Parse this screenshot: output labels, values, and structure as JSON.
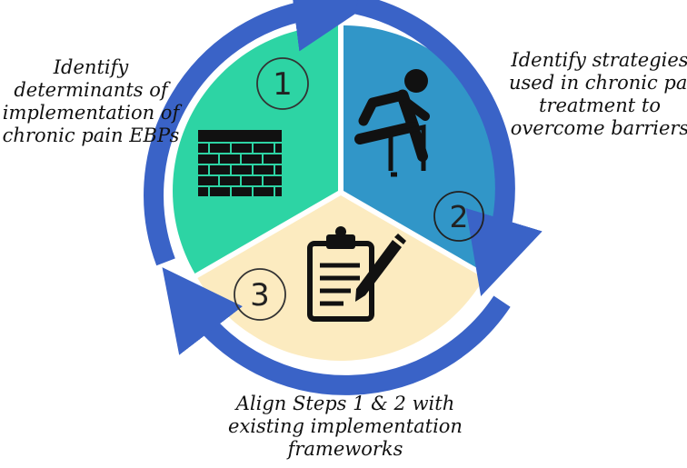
{
  "steps": [
    {
      "number": "1",
      "caption_lines": [
        "Identify",
        "determinants of",
        "implementation of",
        "chronic pain EBPs"
      ],
      "icon": "brick-wall-icon",
      "color": "#2DD4A4"
    },
    {
      "number": "2",
      "caption_lines": [
        "Identify strategies",
        "used in chronic pain",
        "treatment to",
        "overcome barriers"
      ],
      "icon": "hurdle-jumper-icon",
      "color": "#3196C8"
    },
    {
      "number": "3",
      "caption_lines": [
        "Align Steps 1 & 2 with",
        "existing implementation",
        "frameworks"
      ],
      "icon": "clipboard-pencil-icon",
      "color": "#FCEBC0"
    }
  ],
  "arrow_color": "#3A63C7"
}
